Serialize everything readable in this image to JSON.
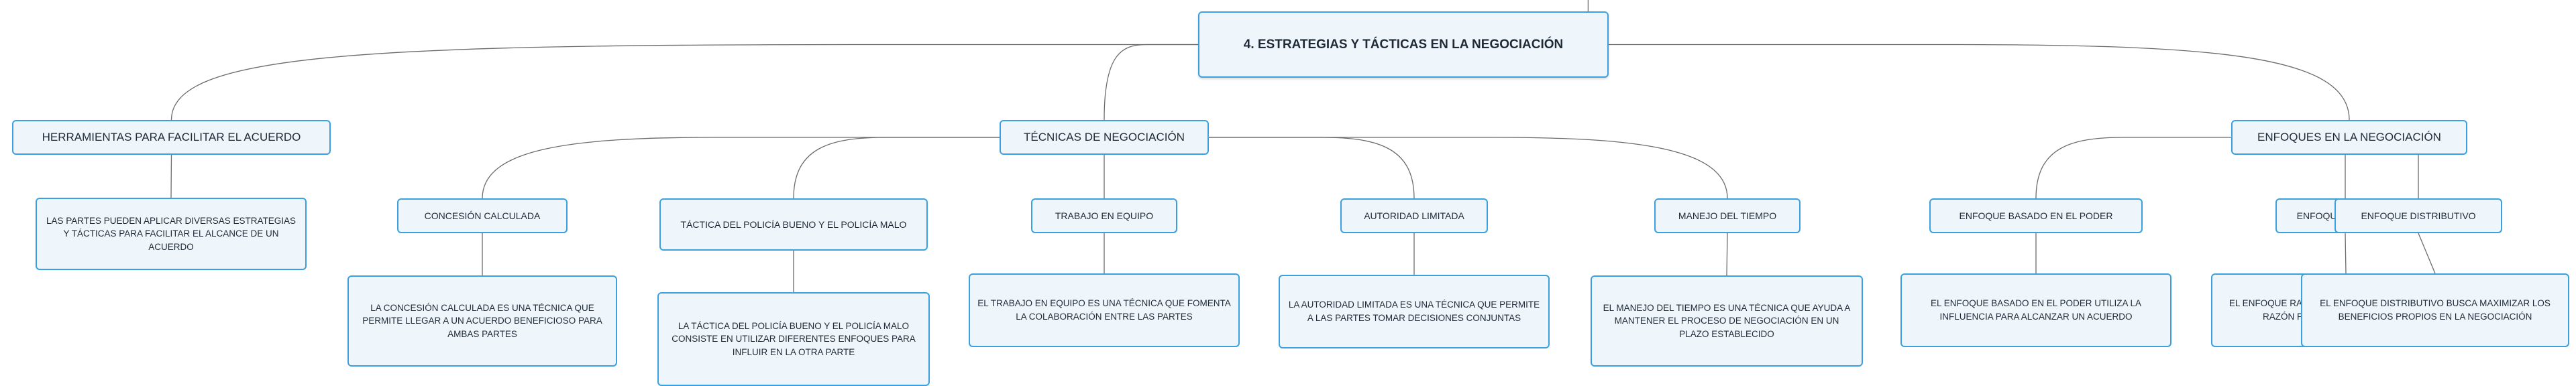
{
  "diagram": {
    "root": {
      "id": "root",
      "label": "4. ESTRATEGIAS Y TÁCTICAS EN LA NEGOCIACIÓN"
    },
    "nodes": [
      {
        "id": "herramientas",
        "label": "HERRAMIENTAS PARA FACILITAR EL ACUERDO",
        "parent": "root"
      },
      {
        "id": "herramientas_desc",
        "label": "LAS PARTES PUEDEN APLICAR DIVERSAS ESTRATEGIAS Y TÁCTICAS PARA FACILITAR EL ALCANCE DE UN ACUERDO",
        "parent": "herramientas"
      },
      {
        "id": "tecnicas",
        "label": "TÉCNICAS DE NEGOCIACIÓN",
        "parent": "root"
      },
      {
        "id": "concesion",
        "label": "CONCESIÓN CALCULADA",
        "parent": "tecnicas"
      },
      {
        "id": "concesion_desc",
        "label": "LA CONCESIÓN CALCULADA ES UNA TÉCNICA QUE PERMITE LLEGAR A UN ACUERDO BENEFICIOSO PARA AMBAS PARTES",
        "parent": "concesion"
      },
      {
        "id": "policia",
        "label": "TÁCTICA DEL POLICÍA BUENO Y EL POLICÍA MALO",
        "parent": "tecnicas"
      },
      {
        "id": "policia_desc",
        "label": "LA TÁCTICA DEL POLICÍA BUENO Y EL POLICÍA MALO CONSISTE EN UTILIZAR DIFERENTES ENFOQUES PARA INFLUIR EN LA OTRA PARTE",
        "parent": "policia"
      },
      {
        "id": "equipo",
        "label": "TRABAJO EN EQUIPO",
        "parent": "tecnicas"
      },
      {
        "id": "equipo_desc",
        "label": "EL TRABAJO EN EQUIPO ES UNA TÉCNICA QUE FOMENTA LA COLABORACIÓN ENTRE LAS PARTES",
        "parent": "equipo"
      },
      {
        "id": "autoridad",
        "label": "AUTORIDAD LIMITADA",
        "parent": "tecnicas"
      },
      {
        "id": "autoridad_desc",
        "label": "LA AUTORIDAD LIMITADA ES UNA TÉCNICA QUE PERMITE A LAS PARTES TOMAR DECISIONES CONJUNTAS",
        "parent": "autoridad"
      },
      {
        "id": "tiempo",
        "label": "MANEJO DEL TIEMPO",
        "parent": "tecnicas"
      },
      {
        "id": "tiempo_desc",
        "label": "EL MANEJO DEL TIEMPO ES UNA TÉCNICA QUE AYUDA A MANTENER EL PROCESO DE NEGOCIACIÓN EN UN PLAZO ESTABLECIDO",
        "parent": "tiempo"
      },
      {
        "id": "enfoques",
        "label": "ENFOQUES EN LA NEGOCIACIÓN",
        "parent": "root"
      },
      {
        "id": "poder",
        "label": "ENFOQUE BASADO EN EL PODER",
        "parent": "enfoques"
      },
      {
        "id": "poder_desc",
        "label": "EL ENFOQUE BASADO EN EL PODER UTILIZA LA INFLUENCIA PARA ALCANZAR UN ACUERDO",
        "parent": "poder"
      },
      {
        "id": "racional",
        "label": "ENFOQUE RACIONAL",
        "parent": "enfoques"
      },
      {
        "id": "racional_desc",
        "label": "EL ENFOQUE RACIONAL SE BASA EN LA LÓGICA Y LA RAZÓN PARA LLEGAR A UN ACUERDO",
        "parent": "racional"
      },
      {
        "id": "distributivo",
        "label": "ENFOQUE DISTRIBUTIVO",
        "parent": "enfoques"
      },
      {
        "id": "distributivo_desc",
        "label": "EL ENFOQUE DISTRIBUTIVO BUSCA MAXIMIZAR LOS BENEFICIOS PROPIOS EN LA NEGOCIACIÓN",
        "parent": "distributivo"
      }
    ]
  },
  "colors": {
    "node_border": "#3aa0e0",
    "node_fill": "#eef6fc",
    "edge": "#6b6b6b",
    "text": "#1f2a36"
  }
}
